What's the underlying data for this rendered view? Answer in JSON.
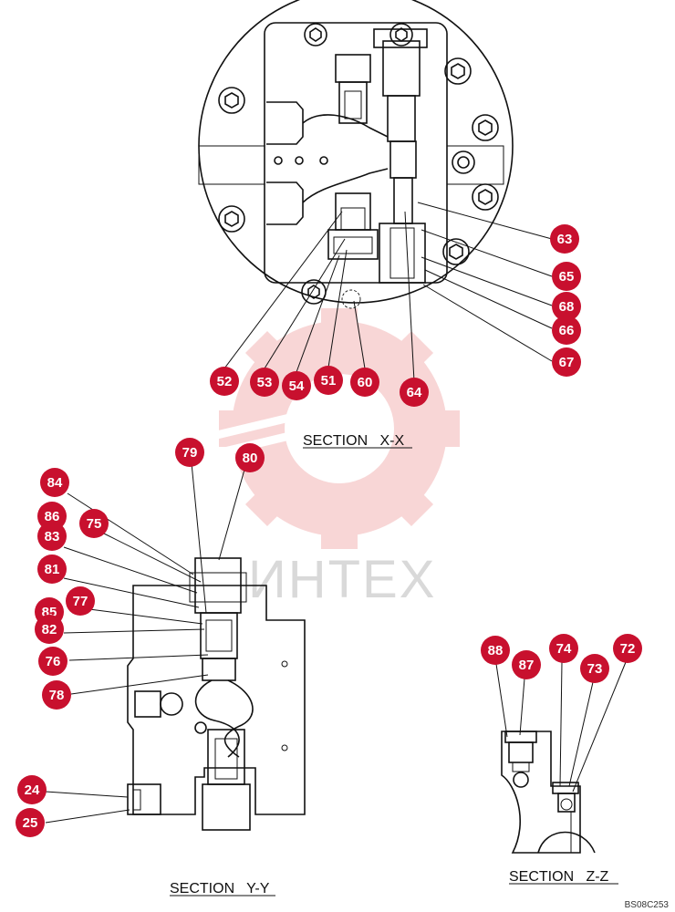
{
  "sections": {
    "xx": "SECTION   X-X",
    "yy": "SECTION   Y-Y",
    "zz": "SECTION   Z-Z"
  },
  "watermark": "ИНТЕХ",
  "doc_code": "BS08C253",
  "colors": {
    "bubble": "#c8102e",
    "watermark_gear": "#f3b6b6"
  },
  "callouts": [
    {
      "id": "c63",
      "label": "63"
    },
    {
      "id": "c65",
      "label": "65"
    },
    {
      "id": "c68",
      "label": "68"
    },
    {
      "id": "c66",
      "label": "66"
    },
    {
      "id": "c67",
      "label": "67"
    },
    {
      "id": "c52",
      "label": "52"
    },
    {
      "id": "c53",
      "label": "53"
    },
    {
      "id": "c54",
      "label": "54"
    },
    {
      "id": "c51",
      "label": "51"
    },
    {
      "id": "c60",
      "label": "60"
    },
    {
      "id": "c64",
      "label": "64"
    },
    {
      "id": "c79",
      "label": "79"
    },
    {
      "id": "c80",
      "label": "80"
    },
    {
      "id": "c84",
      "label": "84"
    },
    {
      "id": "c86",
      "label": "86"
    },
    {
      "id": "c75",
      "label": "75"
    },
    {
      "id": "c83",
      "label": "83"
    },
    {
      "id": "c81",
      "label": "81"
    },
    {
      "id": "c77",
      "label": "77"
    },
    {
      "id": "c85",
      "label": "85"
    },
    {
      "id": "c82",
      "label": "82"
    },
    {
      "id": "c76",
      "label": "76"
    },
    {
      "id": "c78",
      "label": "78"
    },
    {
      "id": "c24",
      "label": "24"
    },
    {
      "id": "c25",
      "label": "25"
    },
    {
      "id": "c88",
      "label": "88"
    },
    {
      "id": "c87",
      "label": "87"
    },
    {
      "id": "c74",
      "label": "74"
    },
    {
      "id": "c73",
      "label": "73"
    },
    {
      "id": "c72",
      "label": "72"
    }
  ]
}
